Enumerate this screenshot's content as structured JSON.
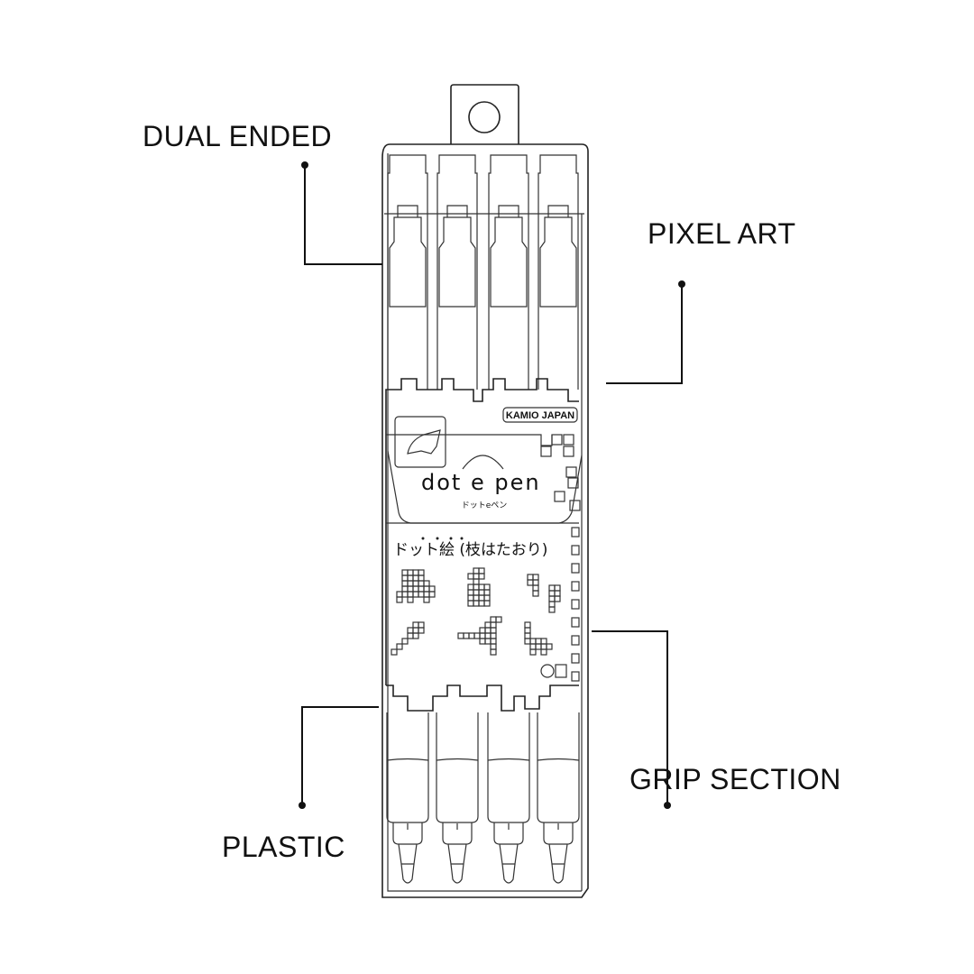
{
  "callouts": {
    "dual_ended": "DUAL ENDED",
    "pixel_art": "PIXEL ART",
    "grip_section": "GRIP SECTION",
    "plastic": "PLASTIC"
  },
  "package": {
    "brand": "KAMIO JAPAN",
    "logo": "dot e pen",
    "logo_kana": "ドットeペン",
    "subtitle_jp": "ドット絵 (枝はたおり)",
    "pen_count": 4
  },
  "colors": {
    "line": "#222222",
    "background": "#ffffff"
  }
}
